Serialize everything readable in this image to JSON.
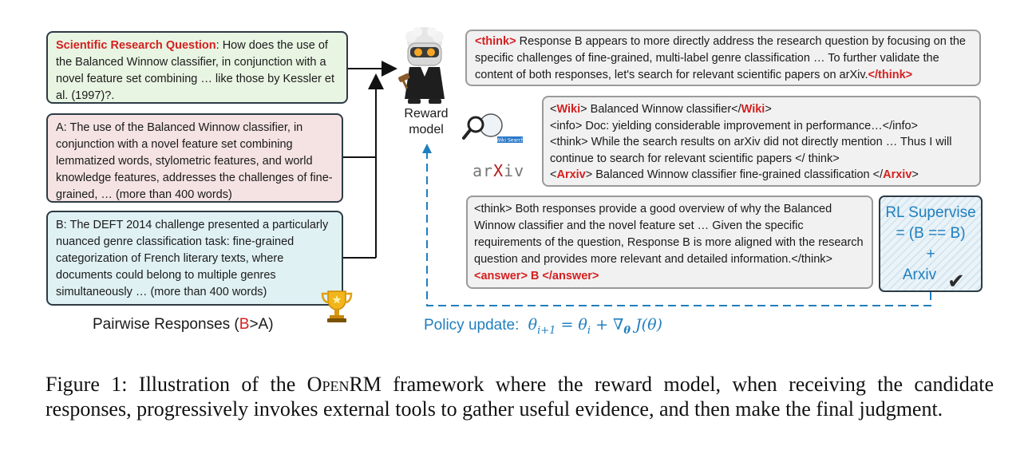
{
  "question": {
    "label": "Scientific Research Question",
    "text": ": How does the use of the Balanced Winnow classifier, in conjunction with a novel feature set combining … like those by Kessler et al. (1997)?."
  },
  "response_a": "A: The use of the Balanced Winnow classifier, in conjunction with a novel feature set combining lemmatized words, stylometric features, and world knowledge features, addresses the challenges of fine-grained, … (more than 400 words)",
  "response_b": "B: The DEFT 2014 challenge presented a particularly nuanced genre classification task: fine-grained categorization of French literary texts, where documents could belong to multiple genres simultaneously … (more than 400 words)",
  "pairwise": {
    "prefix": "Pairwise Responses (",
    "b": "B",
    "rest": ">A)"
  },
  "reward_model_label": "Reward model",
  "think1": {
    "open": "<think>",
    "text": " Response B appears to more directly address the research question by focusing on the specific challenges of fine-grained, multi-label genre classification … To further validate the content of both responses, let's search for relevant scientific papers on arXiv.",
    "close": "</think>"
  },
  "tools": {
    "wiki_open": "Wiki",
    "wiki_query": "> Balanced Winnow classifier</",
    "wiki_close": "Wiki",
    "info": "<info> Doc: yielding considerable improvement in performance…</info>",
    "think_line1": "<think> While the search results on arXiv did not directly mention … Thus I will",
    "think_line2": "continue to search for relevant scientific papers </ think>",
    "arxiv_open": "Arxiv",
    "arxiv_query": "> Balanced Winnow classifier fine-grained classification </",
    "arxiv_close": "Arxiv",
    "wiki_logo_text": "Wiki Search",
    "arxiv_logo_pre": "ar",
    "arxiv_logo_x": "X",
    "arxiv_logo_post": "iv"
  },
  "think2": {
    "text": "<think> Both responses provide a good overview of why the Balanced Winnow classifier and the novel feature set … Given the specific requirements of the question, Response B is more aligned with the research question and provides more relevant and detailed information.</think> ",
    "answer": "<answer> B </answer>"
  },
  "rl": {
    "line1": "RL Supervise",
    "line2": "= (B == B)",
    "line3": "+",
    "line4": "Arxiv"
  },
  "policy": {
    "label": "Policy update:",
    "formula": "θi+1 = θi + ∇θ J(θ)"
  },
  "caption": {
    "prefix": "Figure 1: Illustration of the ",
    "name": "OpenRM",
    "rest": " framework where the reward model, when receiving the candidate responses, progressively invokes external tools to gather useful evidence, and then make the final judgment."
  },
  "colors": {
    "red": "#d42020",
    "blue": "#1f7fbf",
    "dark": "#2d3b45"
  }
}
